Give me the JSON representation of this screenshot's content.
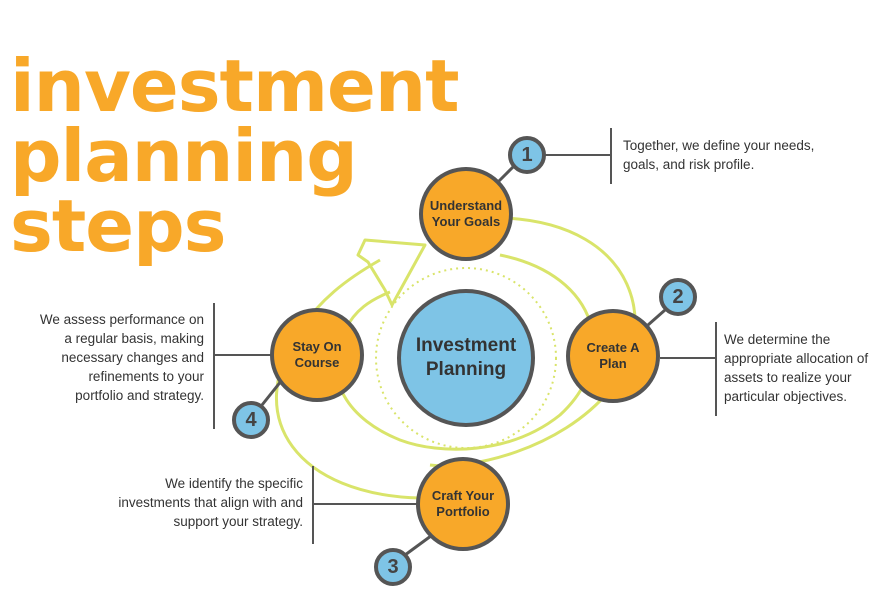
{
  "title": {
    "line1": "investment",
    "line2": "planning",
    "line3": "steps"
  },
  "center": {
    "label": "Investment Planning"
  },
  "steps": [
    {
      "number": "1",
      "label": "Understand Your Goals",
      "description": "Together, we define your needs, goals, and risk profile."
    },
    {
      "number": "2",
      "label": "Create A Plan",
      "description": "We determine the appropriate allocation of assets to realize your particular objectives."
    },
    {
      "number": "3",
      "label": "Craft Your Portfolio",
      "description": "We identify the specific investments that align with and support your strategy."
    },
    {
      "number": "4",
      "label": "Stay On Course",
      "description": "We assess performance on a regular basis, making necessary changes and refinements to your portfolio and strategy."
    }
  ],
  "colors": {
    "orange": "#f8a829",
    "blue": "#7ec4e6",
    "outline": "#555555",
    "lime": "#d9e46a"
  }
}
